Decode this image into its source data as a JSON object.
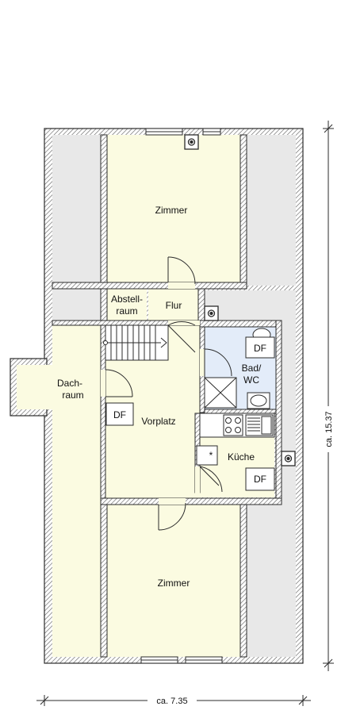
{
  "rooms": {
    "zimmer_top": "Zimmer",
    "abstell_1": "Abstell-",
    "abstell_2": "raum",
    "flur": "Flur",
    "bad_1": "Bad/",
    "bad_2": "WC",
    "dach_1": "Dach-",
    "dach_2": "raum",
    "vorplatz": "Vorplatz",
    "kueche": "Küche",
    "zimmer_bottom": "Zimmer"
  },
  "skylights": {
    "df_bad": "DF",
    "df_vorplatz": "DF",
    "df_kueche": "DF"
  },
  "fixtures": {
    "stove_symbol": "*"
  },
  "dimensions": {
    "width": "ca. 7.35",
    "height": "ca. 15.37"
  },
  "colors": {
    "wall": "#2b2b2b",
    "hatch": "#6a6a6a",
    "floor_living": "#fbfbe1",
    "floor_slope": "#e8e8e8",
    "floor_bath": "#e3ecf9"
  }
}
